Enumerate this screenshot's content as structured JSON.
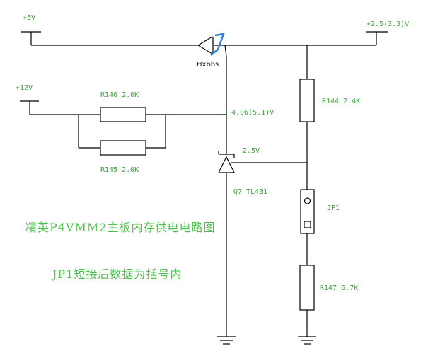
{
  "rails": {
    "v5": "+5V",
    "v25": "+2.5(3.3)V",
    "v12": "+12V"
  },
  "components": {
    "r146": "R146 2.0K",
    "r145": "R145 2.0K",
    "r144": "R144 2.4K",
    "r147": "R147 6.7K",
    "q7": "Q7 TL431",
    "jp1": "JP1"
  },
  "nodes": {
    "node_406": "4.06(5.1)V",
    "node_25": "2.5V"
  },
  "captions": {
    "line1": "精英P4VMM2主板内存供电电路图",
    "line2": "JP1短接后数据为括号内"
  },
  "watermark": {
    "text": "Hxbbs"
  },
  "colors": {
    "label": "#3aa63a",
    "caption": "#4cc24c",
    "wire": "#000000",
    "watermark_accent": "#2f7fe0"
  }
}
